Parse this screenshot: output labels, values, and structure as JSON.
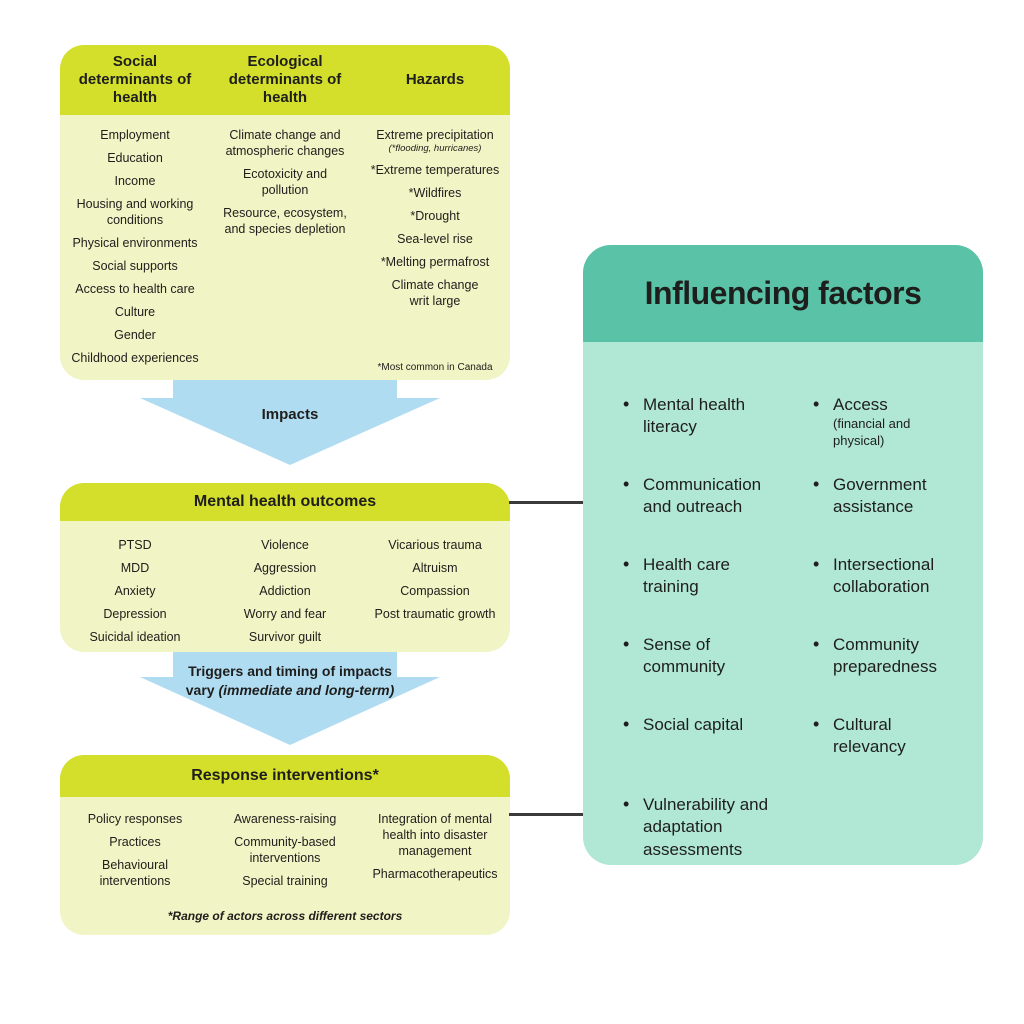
{
  "palette": {
    "header_green": "#d4df2b",
    "panel_yellow": "#f1f4c5",
    "arrow_blue": "#b0dcf2",
    "teal_header": "#5ac3a7",
    "teal_body": "#b0e7d5",
    "text": "#1e1e1c",
    "connector_line": "#3a3a3a"
  },
  "determinants_box": {
    "columns": [
      {
        "header": "Social determinants of health",
        "items": [
          "Employment",
          "Education",
          "Income",
          "Housing and working conditions",
          "Physical environments",
          "Social supports",
          "Access to health care",
          "Culture",
          "Gender",
          "Childhood experiences"
        ]
      },
      {
        "header": "Ecological determinants of health",
        "items": [
          "Climate change and atmospheric changes",
          "Ecotoxicity and pollution",
          "Resource, ecosystem, and species depletion"
        ]
      },
      {
        "header": "Hazards",
        "items": [
          {
            "t": "Extreme precipitation",
            "n": "(*flooding, hurricanes)"
          },
          "*Extreme temperatures",
          "*Wildfires",
          "*Drought",
          "Sea-level rise",
          "*Melting permafrost",
          "Climate change\nwrit large"
        ],
        "footnote": "*Most common in Canada"
      }
    ]
  },
  "impacts_arrow": {
    "label": "Impacts"
  },
  "outcomes_box": {
    "header": "Mental health outcomes",
    "columns": [
      [
        "PTSD",
        "MDD",
        "Anxiety",
        "Depression",
        "Suicidal ideation"
      ],
      [
        "Violence",
        "Aggression",
        "Addiction",
        "Worry and fear",
        "Survivor guilt"
      ],
      [
        "Vicarious trauma",
        "Altruism",
        "Compassion",
        "Post traumatic growth"
      ]
    ]
  },
  "triggers_arrow": {
    "label_main": "Triggers and timing of impacts vary",
    "label_note": "(immediate and long-term)"
  },
  "interventions_box": {
    "header": "Response interventions*",
    "columns": [
      [
        "Policy responses",
        "Practices",
        "Behavioural interventions"
      ],
      [
        "Awareness-raising",
        "Community-based interventions",
        "Special training"
      ],
      [
        "Integration of mental health into disaster management",
        "Pharmacotherapeutics"
      ]
    ],
    "footnote": "*Range of actors across different sectors"
  },
  "influencing_box": {
    "title": "Influencing factors",
    "left_items": [
      "Mental health\nliteracy",
      "Communication\nand outreach",
      "Health care\ntraining",
      "Sense of\ncommunity",
      "Social capital",
      "Vulnerability and\nadaptation assessments"
    ],
    "right_items": [
      {
        "t": "Access",
        "n": "(financial and physical)"
      },
      "Government\nassistance",
      "Intersectional\ncollaboration",
      "Community\npreparedness",
      "Cultural\nrelevancy"
    ]
  }
}
